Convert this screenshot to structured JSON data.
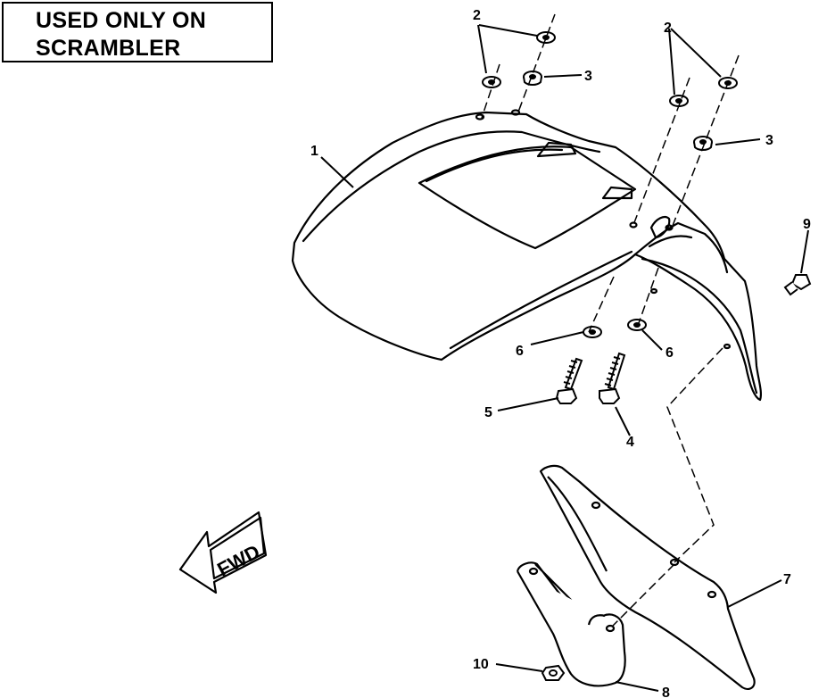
{
  "notice": {
    "line1": "USED ONLY ON",
    "line2": "SCRAMBLER"
  },
  "callouts": [
    {
      "id": "c2a",
      "text": "2"
    },
    {
      "id": "c3a",
      "text": "3"
    },
    {
      "id": "c2b",
      "text": "2"
    },
    {
      "id": "c3b",
      "text": "3"
    },
    {
      "id": "c1",
      "text": "1"
    },
    {
      "id": "c9",
      "text": "9"
    },
    {
      "id": "c6a",
      "text": "6"
    },
    {
      "id": "c6b",
      "text": "6"
    },
    {
      "id": "c5",
      "text": "5"
    },
    {
      "id": "c4",
      "text": "4"
    },
    {
      "id": "c7",
      "text": "7"
    },
    {
      "id": "c10",
      "text": "10"
    },
    {
      "id": "c8",
      "text": "8"
    }
  ],
  "direction_arrow": {
    "text": "FWD"
  }
}
